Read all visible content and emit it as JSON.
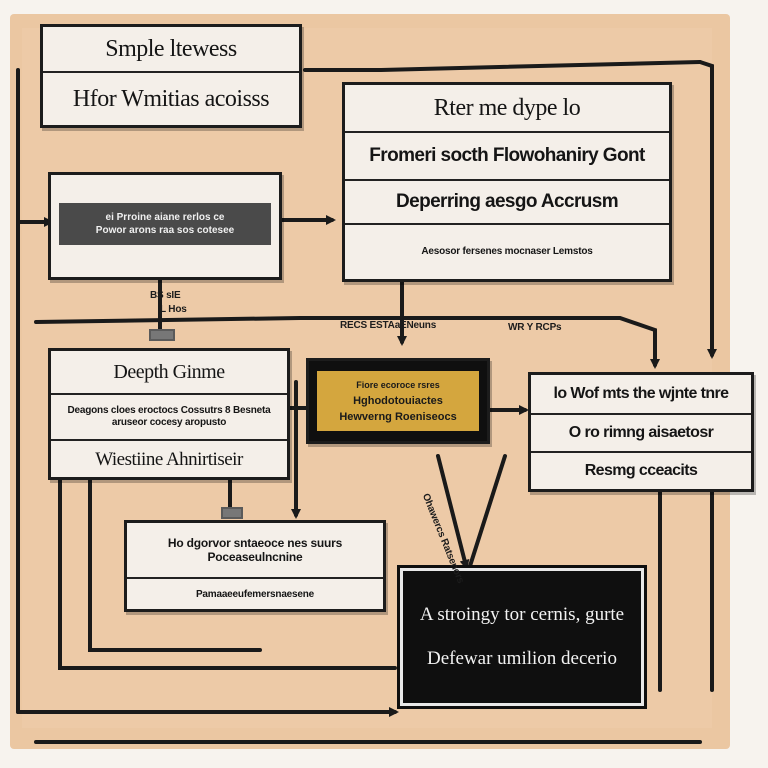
{
  "colors": {
    "background": "#ebc7a2",
    "box_fill": "#f4efe9",
    "box_border": "#1c1c1c",
    "gold": "#d4a63e",
    "black_box": "#0f0f0f"
  },
  "box1": {
    "rows": [
      "Smple ltewess",
      "Hfor Wmitias acoisss"
    ]
  },
  "box2": {
    "rows": [
      "Rter me dype lo",
      "Fromeri socth Flowohaniry Gont",
      "Deperring aesgo Accrusm",
      "Aesosor fersenes mocnaser Lemstos"
    ]
  },
  "box3": {
    "lines": [
      "ei Prroine aiane rerlos ce",
      "Powor arons raa sos cotesee"
    ]
  },
  "box4": {
    "rows": [
      "Deepth Ginme",
      "Deagons cloes eroctocs Cossutrs 8 Besneta aruseor cocesy aropusto",
      "Wiestiine Ahnirtiseir"
    ]
  },
  "box5": {
    "lines": [
      "Fiore ecoroce rsres",
      "Hghodotouiactes",
      "Hewverng Roeniseocs"
    ]
  },
  "box6": {
    "rows": [
      "lo Wof mts the wjnte tnre",
      "O ro rimng aisaetosr",
      "Resmg cceacits"
    ]
  },
  "box7": {
    "rows": [
      "Ho dgorvor sntaeoce nes suurs Poceaseulncnine",
      "Pamaaeeufemersnaesene"
    ]
  },
  "box8": {
    "lines": [
      "A stroingy tor cernis, gurte",
      "Defewar umilion decerio"
    ]
  },
  "labels": {
    "l1": "BS sIE",
    "l2": "L Hos",
    "l3": "RECS ESTAaENeuns",
    "l4": "WR Y RCPs",
    "l5": "Ohawercs Ratsenors"
  }
}
